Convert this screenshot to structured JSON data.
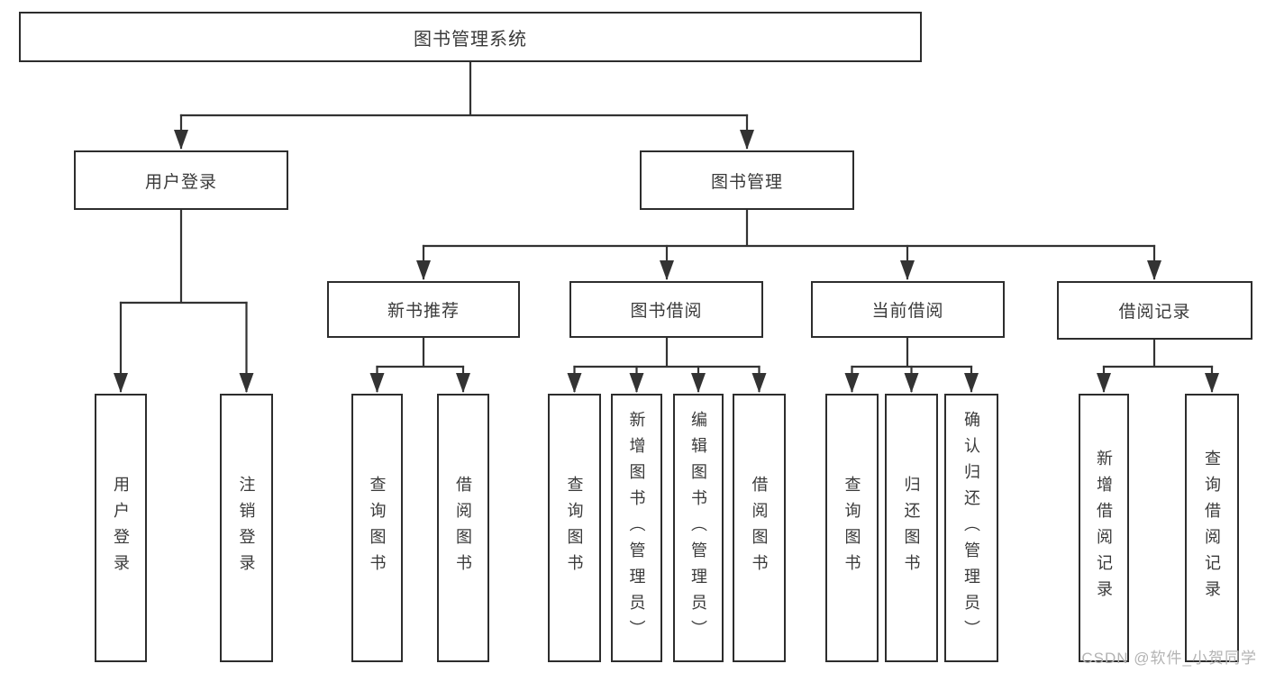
{
  "diagram_title": "图书管理系统",
  "tree": {
    "label": "图书管理系统",
    "children": [
      {
        "label": "用户登录",
        "children": [
          {
            "label": "用户登录"
          },
          {
            "label": "注销登录"
          }
        ]
      },
      {
        "label": "图书管理",
        "children": [
          {
            "label": "新书推荐",
            "children": [
              {
                "label": "查询图书"
              },
              {
                "label": "借阅图书"
              }
            ]
          },
          {
            "label": "图书借阅",
            "children": [
              {
                "label": "查询图书"
              },
              {
                "label": "新增图书（管理员）"
              },
              {
                "label": "编辑图书（管理员）"
              },
              {
                "label": "借阅图书"
              }
            ]
          },
          {
            "label": "当前借阅",
            "children": [
              {
                "label": "查询图书"
              },
              {
                "label": "归还图书"
              },
              {
                "label": "确认归还（管理员）"
              }
            ]
          },
          {
            "label": "借阅记录",
            "children": [
              {
                "label": "新增借阅记录"
              },
              {
                "label": "查询借阅记录"
              }
            ]
          }
        ]
      }
    ]
  },
  "colors": {
    "line": "#333333",
    "box_border": "#2d2d2d",
    "text": "#3a3a3a",
    "background": "#ffffff",
    "watermark": "#b3b3b3"
  },
  "watermark": {
    "text": "CSDN @软件_小贺同学"
  }
}
